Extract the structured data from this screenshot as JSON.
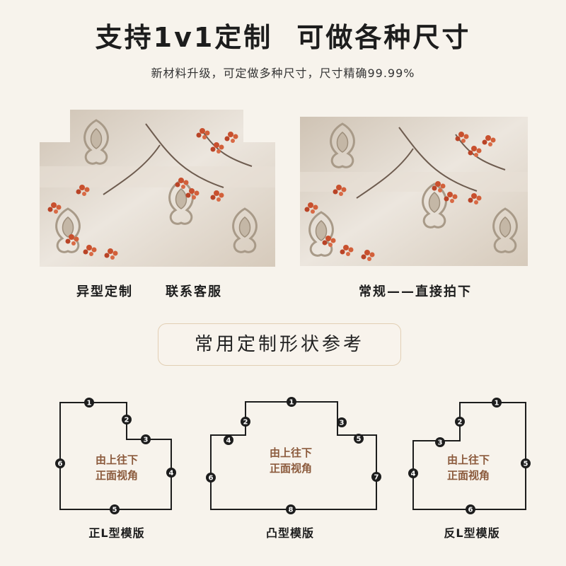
{
  "header": {
    "title_left": "支持1v1定制",
    "title_right": "可做各种尺寸",
    "subtitle": "新材料升级，可定做多种尺寸，尺寸精确99.99%"
  },
  "rugs": {
    "custom_caption_left": "异型定制",
    "custom_caption_right": "联系客服",
    "regular_caption": "常规——直接拍下"
  },
  "section": {
    "title": "常用定制形状参考"
  },
  "shapes": [
    {
      "caption": "正L型模版",
      "label_line1": "由上往下",
      "label_line2": "正面视角",
      "markers": [
        "1",
        "2",
        "3",
        "4",
        "5",
        "6"
      ]
    },
    {
      "caption": "凸型模版",
      "label_line1": "由上往下",
      "label_line2": "正面视角",
      "markers": [
        "1",
        "2",
        "3",
        "4",
        "5",
        "6",
        "7",
        "8"
      ]
    },
    {
      "caption": "反L型模版",
      "label_line1": "由上往下",
      "label_line2": "正面视角",
      "markers": [
        "1",
        "2",
        "3",
        "4",
        "5",
        "6"
      ]
    }
  ],
  "colors": {
    "background": "#f7f3ec",
    "rug_base": "#ddd3c6",
    "blossom": "#c8502e",
    "outline": "#1d1d1d",
    "label_brown": "#8b5a3c"
  }
}
